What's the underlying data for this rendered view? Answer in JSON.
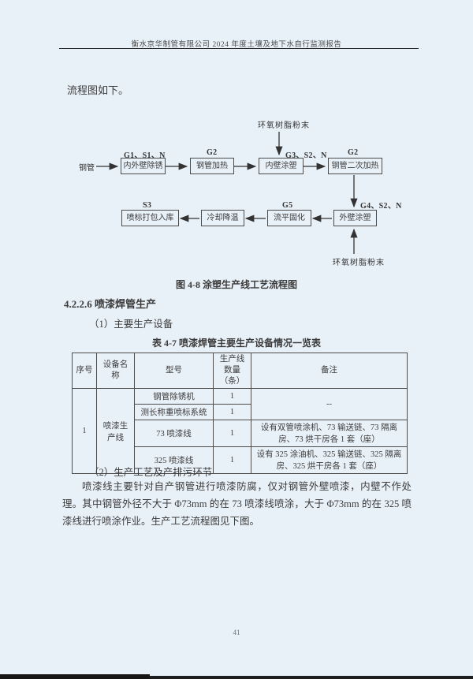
{
  "page": {
    "header_title": "衡水京华制管有限公司 2024 年度土壤及地下水自行监测报告",
    "page_number": "41"
  },
  "intro_text": "流程图如下。",
  "flowchart": {
    "input_label": "钢管",
    "material_top": "环氧树脂粉末",
    "material_bottom": "环氧树脂粉末",
    "top_row": [
      {
        "label": "内外壁除锈",
        "tag": "G1、S1、N"
      },
      {
        "label": "钢管加热",
        "tag": "G2"
      },
      {
        "label": "内壁涂塑",
        "tag": "G3、S2、N"
      },
      {
        "label": "钢管二次加热",
        "tag": "G2"
      }
    ],
    "bottom_row": [
      {
        "label": "外壁涂塑",
        "tag": "G4、S2、N"
      },
      {
        "label": "流平固化",
        "tag": "G5"
      },
      {
        "label": "冷却降温",
        "tag": ""
      },
      {
        "label": "喷标打包入库",
        "tag": "S3"
      }
    ],
    "caption": "图 4-8  涂塑生产线工艺流程图"
  },
  "section": {
    "heading": "4.2.2.6 喷漆焊管生产",
    "sub1": "（1）主要生产设备",
    "sub2": "（2）生产工艺及产排污环节",
    "paragraph": "喷漆线主要针对自产钢管进行喷漆防腐，仅对钢管外壁喷漆，内壁不作处理。其中钢管外径不大于 Φ73mm 的在 73 喷漆线喷涂，大于 Φ73mm 的在 325 喷漆线进行喷涂作业。生产工艺流程图见下图。"
  },
  "table": {
    "title": "表 4-7  喷漆焊管主要生产设备情况一览表",
    "headers": [
      "序号",
      "设备名称",
      "型号",
      "生产线数量（条）",
      "备注"
    ],
    "seq": "1",
    "device_name": "喷漆生产线",
    "rows": [
      {
        "model": "钢管除锈机",
        "count": "1",
        "note": "--"
      },
      {
        "model": "测长称重喷标系统",
        "count": "1",
        "note": ""
      },
      {
        "model": "73 喷漆线",
        "count": "1",
        "note": "设有双管喷涂机、73 输送链、73 隔离房、73 烘干房各 1 套（座）"
      },
      {
        "model": "325 喷漆线",
        "count": "1",
        "note": "设有 325 涂油机、325 输送链、325 隔离房、325 烘干房各 1 套（座）"
      }
    ]
  },
  "colors": {
    "page_bg": "#e9f1f8",
    "text": "#3b3b3b",
    "line": "#333333"
  }
}
